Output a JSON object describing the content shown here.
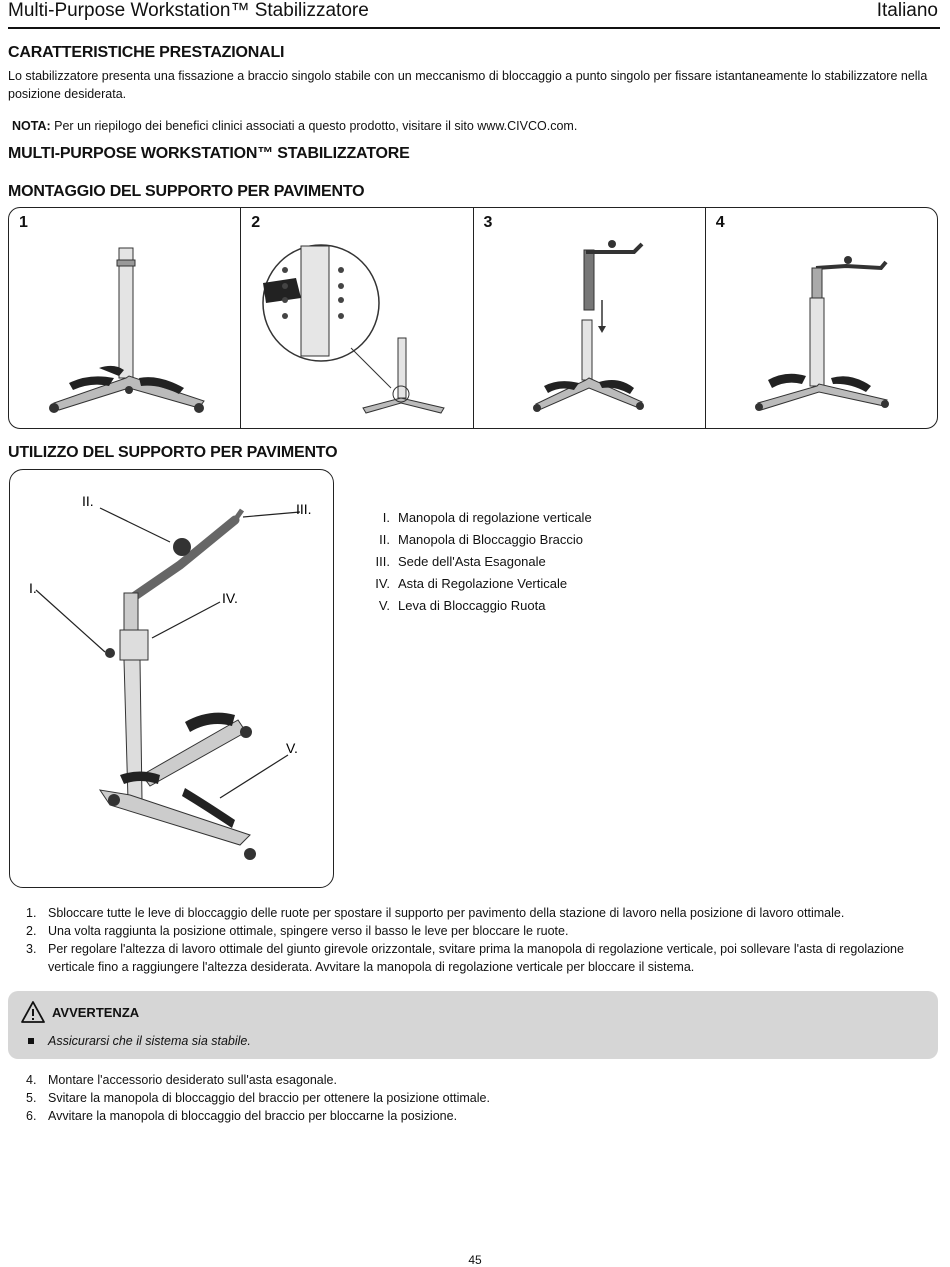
{
  "header": {
    "title": "Multi-Purpose Workstation™ Stabilizzatore",
    "language": "Italiano"
  },
  "section1": {
    "heading": "CARATTERISTICHE PRESTAZIONALI",
    "body": "Lo stabilizzatore presenta una fissazione a braccio singolo stabile con un meccanismo di bloccaggio a punto singolo per fissare istantaneamente lo stabilizzatore nella posizione desiderata.",
    "note_label": "NOTA:",
    "note_text": "Per un riepilogo dei benefici clinici associati a questo prodotto, visitare il sito www.CIVCO.com."
  },
  "section2": {
    "heading": "MULTI-PURPOSE WORKSTATION™ STABILIZZATORE"
  },
  "section3": {
    "heading": "MONTAGGIO DEL SUPPORTO PER PAVIMENTO",
    "panels": [
      "1",
      "2",
      "3",
      "4"
    ]
  },
  "section4": {
    "heading": "UTILIZZO DEL SUPPORTO PER PAVIMENTO",
    "callouts": [
      "II.",
      "III.",
      "I.",
      "IV.",
      "V."
    ],
    "legend": [
      {
        "num": "I.",
        "label": "Manopola di regolazione verticale"
      },
      {
        "num": "II.",
        "label": "Manopola di Bloccaggio Braccio"
      },
      {
        "num": "III.",
        "label": "Sede dell'Asta Esagonale"
      },
      {
        "num": "IV.",
        "label": "Asta di Regolazione Verticale"
      },
      {
        "num": "V.",
        "label": "Leva di Bloccaggio Ruota"
      }
    ]
  },
  "steps_a": [
    {
      "n": "1.",
      "text": "Sbloccare tutte le leve di bloccaggio delle ruote per spostare il supporto per pavimento della stazione di lavoro nella posizione di lavoro ottimale."
    },
    {
      "n": "2.",
      "text": "Una volta raggiunta la posizione ottimale, spingere verso il basso le leve per bloccare le ruote."
    },
    {
      "n": "3.",
      "text": "Per regolare l'altezza di lavoro ottimale del giunto girevole orizzontale, svitare prima la manopola di regolazione verticale, poi sollevare l'asta di regolazione verticale fino a raggiungere l'altezza desiderata. Avvitare la manopola di regolazione verticale per bloccare il sistema."
    }
  ],
  "warning": {
    "title": "AVVERTENZA",
    "item": "Assicurarsi che il sistema sia stabile."
  },
  "steps_b": [
    {
      "n": "4.",
      "text": "Montare l'accessorio desiderato sull'asta esagonale."
    },
    {
      "n": "5.",
      "text": "Svitare la manopola di bloccaggio del braccio per ottenere la posizione ottimale."
    },
    {
      "n": "6.",
      "text": "Avvitare la manopola di bloccaggio del braccio per bloccarne la posizione."
    }
  ],
  "page_number": "45"
}
